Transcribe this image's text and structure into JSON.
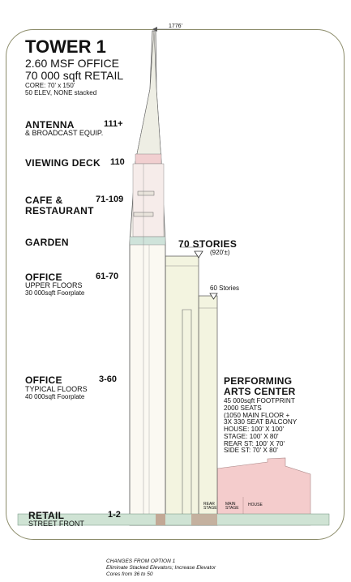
{
  "tower": {
    "title": "TOWER 1",
    "office_area": "2.60 MSF OFFICE",
    "retail_area": "70 000 sqft RETAIL",
    "core": "CORE: 70' x 150'",
    "elevators": "50 ELEV, NONE stacked"
  },
  "height_top": "1776'",
  "levels": {
    "antenna": {
      "name": "ANTENNA",
      "sub": "& BROADCAST EQUIP.",
      "floors": "111+"
    },
    "viewing": {
      "name": "VIEWING DECK",
      "floors": "110"
    },
    "cafe": {
      "name1": "CAFE &",
      "name2": "RESTAURANT",
      "floors": "71-109"
    },
    "garden": {
      "name": "GARDEN"
    },
    "office_upper": {
      "name": "OFFICE",
      "sub1": "UPPER FLOORS",
      "sub2": "30 000sqft Foorplate",
      "floors": "61-70"
    },
    "office_typical": {
      "name": "OFFICE",
      "sub1": "TYPICAL FLOORS",
      "sub2": "40 000sqft Foorplate",
      "floors": "3-60"
    },
    "retail": {
      "name": "RETAIL",
      "sub": "STREET FRONT",
      "floors": "1-2"
    }
  },
  "annotations": {
    "stories70": "70 STORIES",
    "stories70_height": "(920'±)",
    "stories60": "60 Stories"
  },
  "pac": {
    "title1": "PERFORMING",
    "title2": "ARTS CENTER",
    "details": "45 000sqft FOOTPRINT\n2000 SEATS\n(1050 MAIN FLOOR +\n3X 330 SEAT BALCONY\nHOUSE: 100' X 100'\nSTAGE: 100' X 80'\nREAR ST: 100' X 70'\nSIDE ST: 70' X 80'",
    "rear_stage": "REAR\nSTAGE",
    "main_stage": "MAIN\nSTAGE",
    "house": "HOUSE"
  },
  "changes": {
    "title": "CHANGES FROM OPTION 1",
    "line1": "Eliminate Stacked Elevators; Increase Elevator",
    "line2": "Cores from 36 to 50"
  },
  "colors": {
    "frame": "#8c8c6a",
    "tower_fill": "#fbf9f2",
    "building_fill": "#f3f4e0",
    "viewing_band": "#f1cfd0",
    "garden_band": "#cfe3da",
    "pac_fill": "#f4cccc",
    "ground_fill": "#cfe3d4",
    "ground_dark": "#c2a895",
    "line": "#555555"
  }
}
